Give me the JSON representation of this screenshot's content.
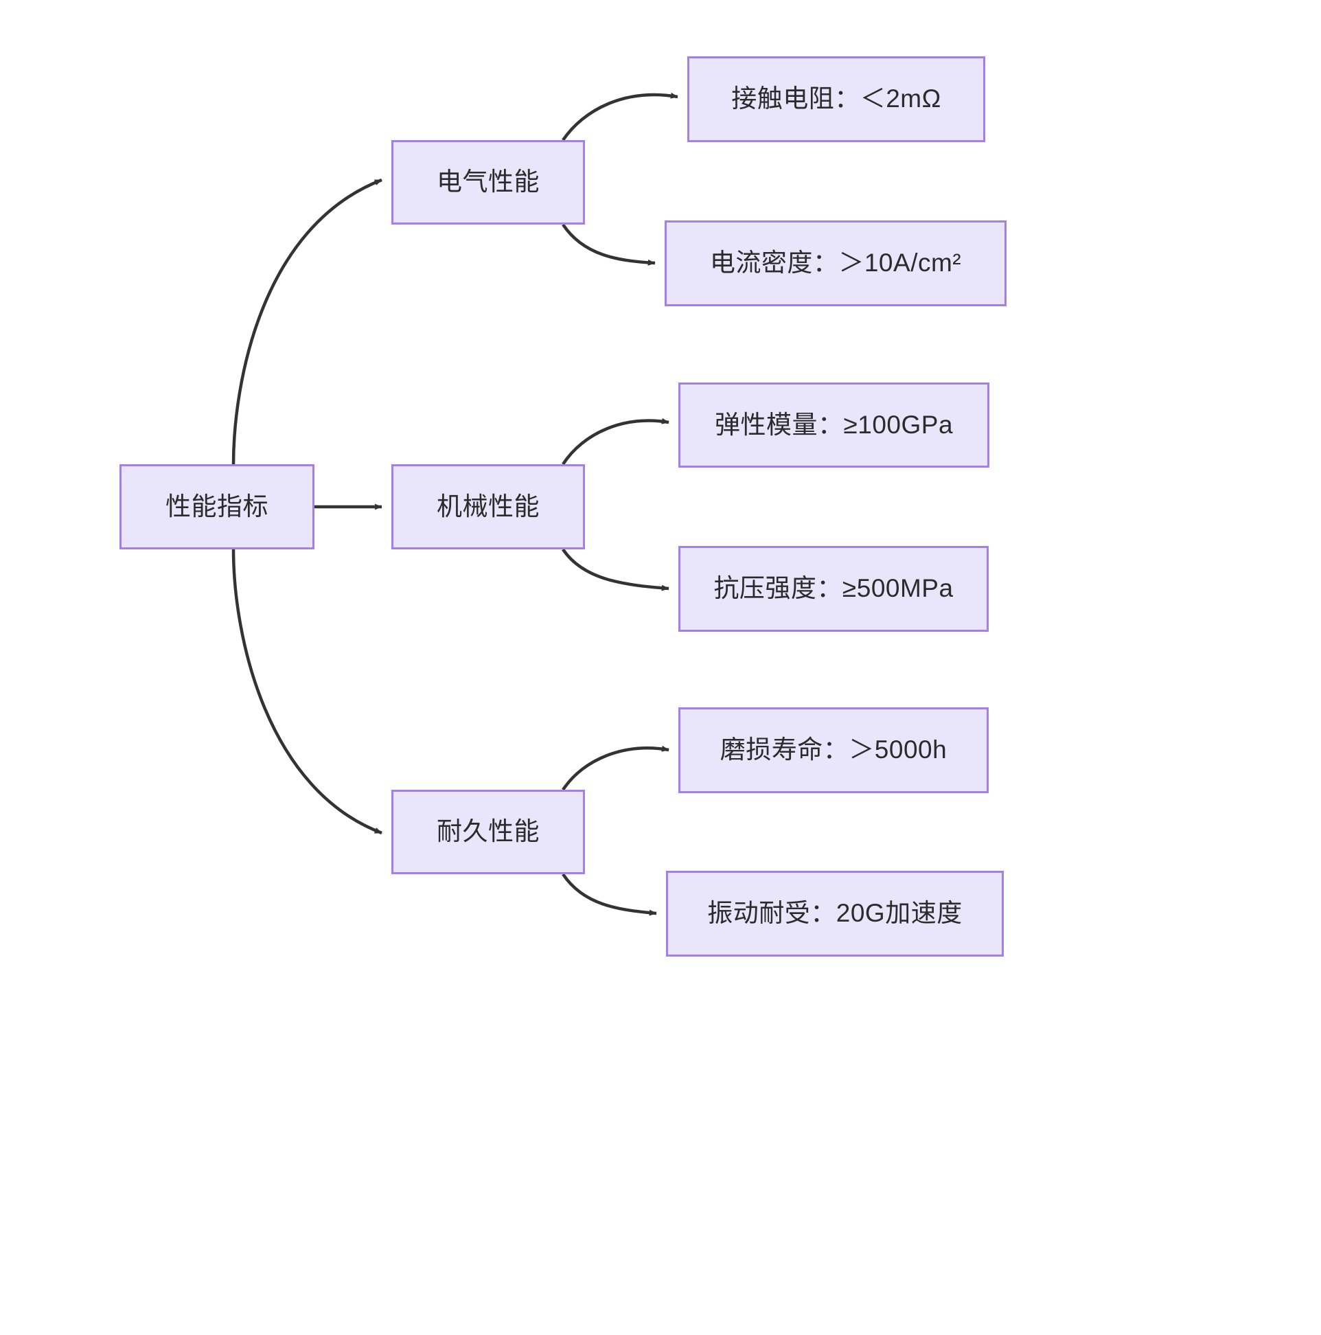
{
  "diagram": {
    "type": "flowchart",
    "direction": "left-to-right",
    "theme": {
      "background": "#ffffff",
      "node_fill": "#E9E6FB",
      "node_border": "#A47FE8",
      "text_color": "#2b2b2b",
      "edge_color": "#333333"
    },
    "root": {
      "id": "root",
      "label": "性能指标"
    },
    "branches": [
      {
        "id": "electrical",
        "label": "电气性能",
        "children": [
          {
            "id": "contact-resistance",
            "label": "接触电阻：＜2mΩ"
          },
          {
            "id": "current-density",
            "label": "电流密度：＞10A/cm²"
          }
        ]
      },
      {
        "id": "mechanical",
        "label": "机械性能",
        "children": [
          {
            "id": "elastic-modulus",
            "label": "弹性模量：≥100GPa"
          },
          {
            "id": "compressive",
            "label": "抗压强度：≥500MPa"
          }
        ]
      },
      {
        "id": "durability",
        "label": "耐久性能",
        "children": [
          {
            "id": "wear-life",
            "label": "磨损寿命：＞5000h"
          },
          {
            "id": "vibration",
            "label": "振动耐受：20G加速度"
          }
        ]
      }
    ],
    "edges": [
      {
        "from": "root",
        "to": "electrical",
        "style": "curved",
        "arrow": true
      },
      {
        "from": "root",
        "to": "mechanical",
        "style": "straight",
        "arrow": true
      },
      {
        "from": "root",
        "to": "durability",
        "style": "curved",
        "arrow": true
      },
      {
        "from": "electrical",
        "to": "contact-resistance",
        "style": "curved",
        "arrow": true
      },
      {
        "from": "electrical",
        "to": "current-density",
        "style": "curved",
        "arrow": true
      },
      {
        "from": "mechanical",
        "to": "elastic-modulus",
        "style": "curved",
        "arrow": true
      },
      {
        "from": "mechanical",
        "to": "compressive",
        "style": "curved",
        "arrow": true
      },
      {
        "from": "durability",
        "to": "wear-life",
        "style": "curved",
        "arrow": true
      },
      {
        "from": "durability",
        "to": "vibration",
        "style": "curved",
        "arrow": true
      }
    ]
  }
}
